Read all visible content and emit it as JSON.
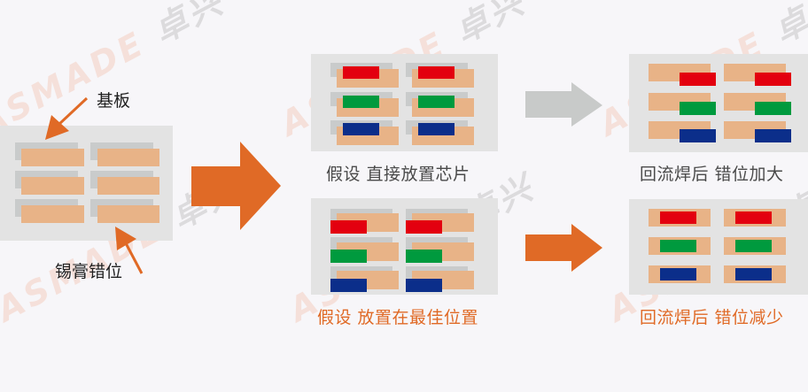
{
  "colors": {
    "background": "#f7f6f9",
    "board": "#e3e3e3",
    "pad_gray": "#c9cbcb",
    "pad_orange": "#e8b387",
    "chip_red": "#e3000f",
    "chip_green": "#009a3e",
    "chip_blue": "#0b2e8a",
    "accent_orange": "#e06a26",
    "arrow_gray": "#c8cac9",
    "caption_gray": "#4a4a4a"
  },
  "left": {
    "label_substrate": "基板",
    "label_paste_offset": "锡膏错位"
  },
  "panels": [
    {
      "id": "top-middle",
      "caption": "假设 直接放置芯片",
      "caption_color": "gray"
    },
    {
      "id": "top-right",
      "caption": "回流焊后 错位加大",
      "caption_color": "gray"
    },
    {
      "id": "bottom-middle",
      "caption": "假设 放置在最佳位置",
      "caption_color": "orange"
    },
    {
      "id": "bottom-right",
      "caption": "回流焊后 错位减少",
      "caption_color": "orange"
    }
  ],
  "watermark": {
    "latin": "ASMADE",
    "chinese": "卓兴"
  }
}
